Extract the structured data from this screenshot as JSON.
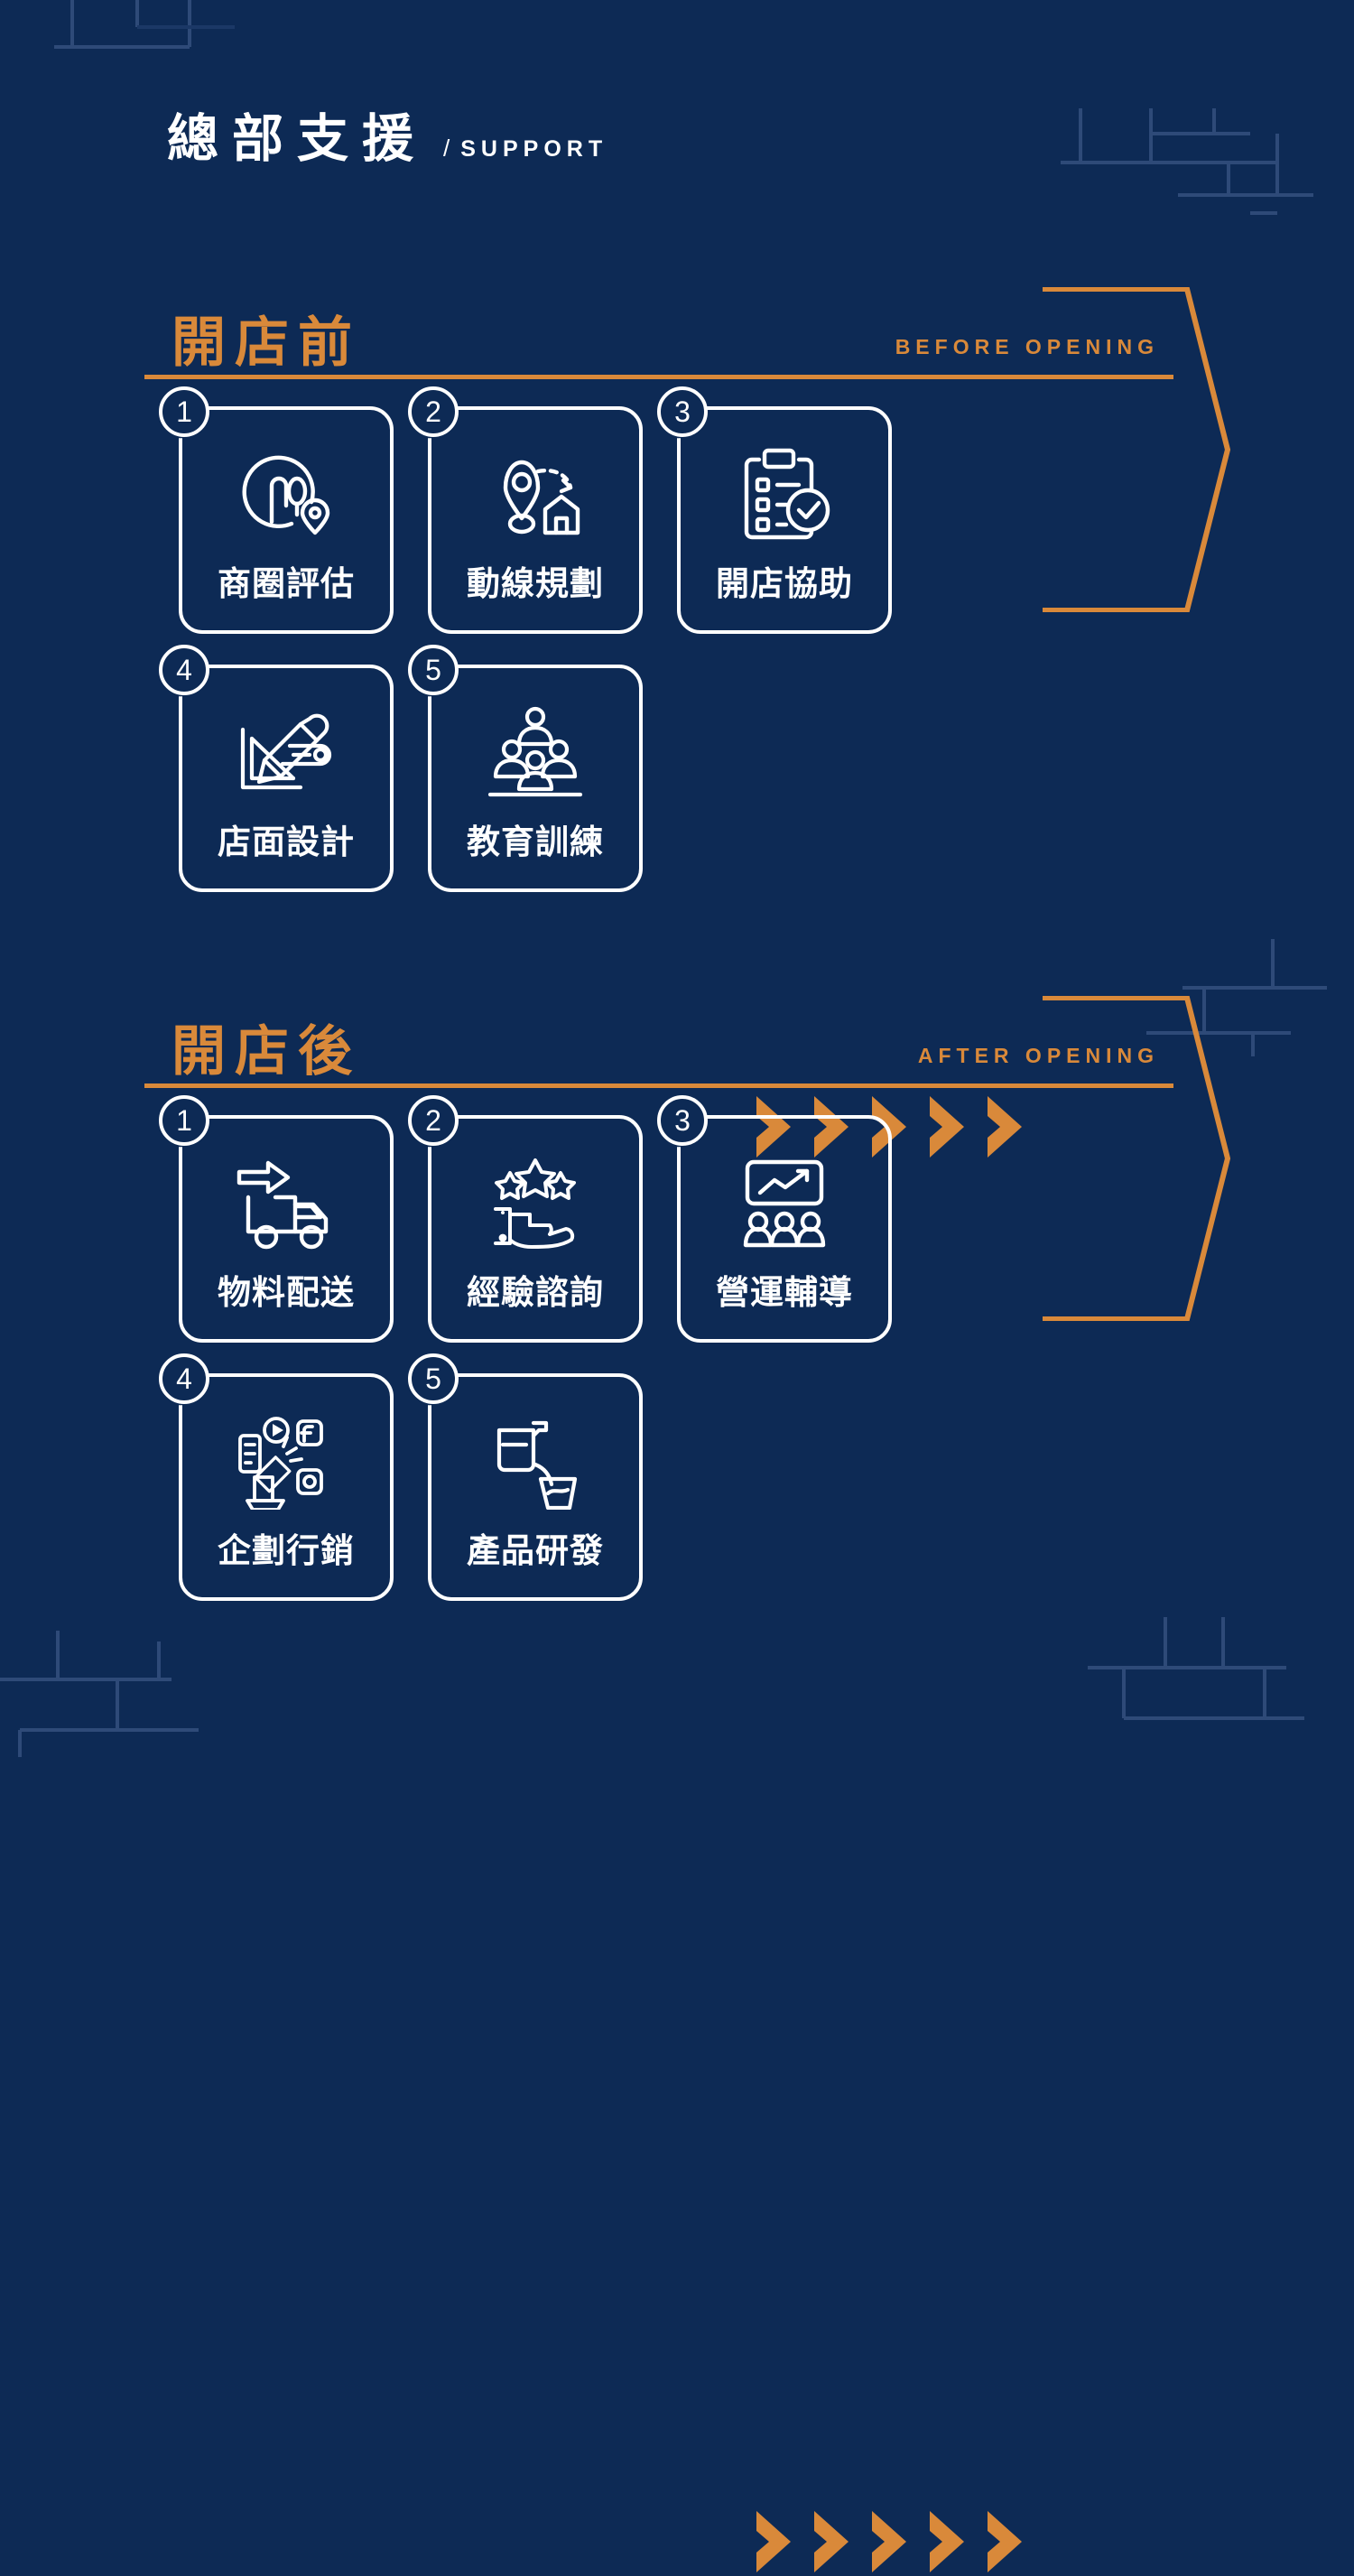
{
  "header": {
    "title_cn": "總部支援",
    "slash": "/",
    "title_en": "SUPPORT"
  },
  "colors": {
    "background": "#0d2a55",
    "accent_orange": "#d9893a",
    "line_white": "#ffffff",
    "deco_line": "#2e4a78"
  },
  "sections": [
    {
      "id": "before-opening",
      "title_cn": "開店前",
      "title_en": "BEFORE OPENING",
      "cards": [
        {
          "num": "1",
          "label": "商圈評估",
          "icon": "location-pin-circle-icon"
        },
        {
          "num": "2",
          "label": "動線規劃",
          "icon": "pin-to-house-route-icon"
        },
        {
          "num": "3",
          "label": "開店協助",
          "icon": "clipboard-checklist-icon"
        },
        {
          "num": "4",
          "label": "店面設計",
          "icon": "blueprint-pencil-icon"
        },
        {
          "num": "5",
          "label": "教育訓練",
          "icon": "training-group-icon"
        }
      ]
    },
    {
      "id": "after-opening",
      "title_cn": "開店後",
      "title_en": "AFTER OPENING",
      "cards": [
        {
          "num": "1",
          "label": "物料配送",
          "icon": "delivery-truck-icon"
        },
        {
          "num": "2",
          "label": "經驗諮詢",
          "icon": "hand-three-stars-icon"
        },
        {
          "num": "3",
          "label": "營運輔導",
          "icon": "growth-chart-people-icon"
        },
        {
          "num": "4",
          "label": "企劃行銷",
          "icon": "megaphone-social-icon"
        },
        {
          "num": "5",
          "label": "產品研發",
          "icon": "pitcher-pour-cup-icon"
        }
      ]
    }
  ],
  "chevrons": {
    "count": 5
  }
}
